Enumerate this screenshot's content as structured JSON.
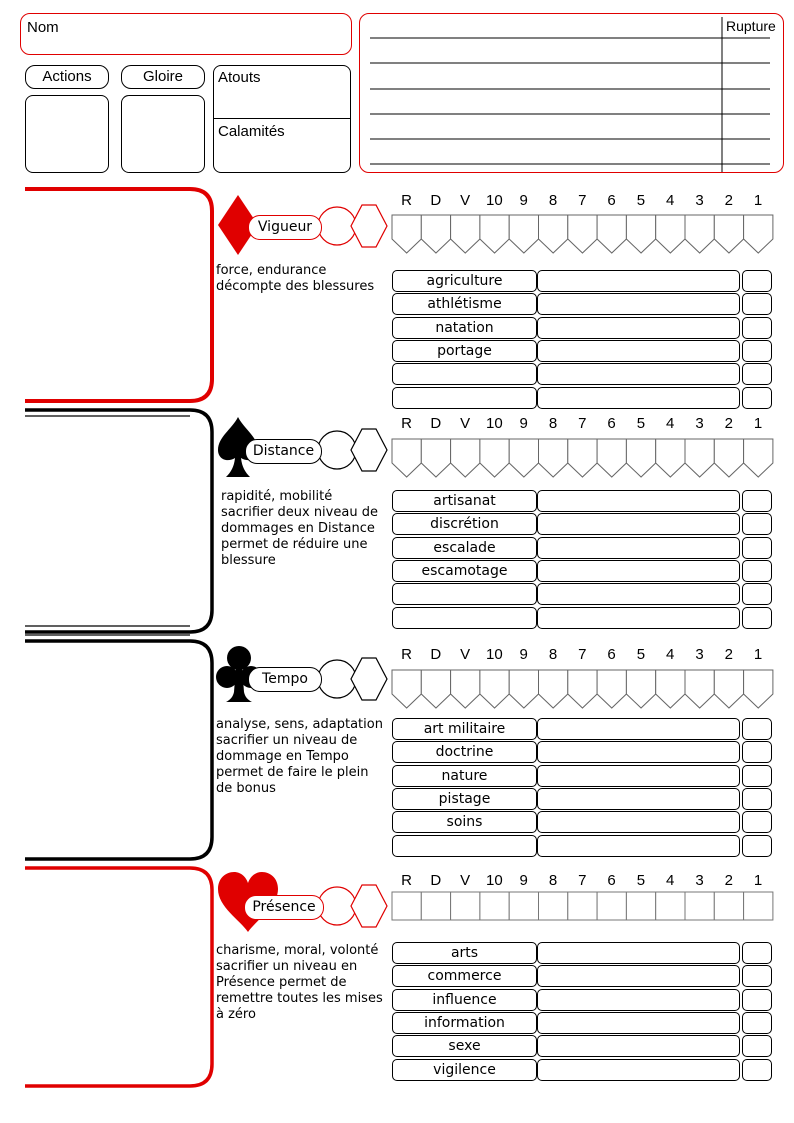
{
  "header": {
    "nom_label": "Nom",
    "actions_label": "Actions",
    "gloire_label": "Gloire",
    "atouts_label": "Atouts",
    "calamites_label": "Calamités",
    "rupture_label": "Rupture"
  },
  "track_labels": [
    "R",
    "D",
    "V",
    "10",
    "9",
    "8",
    "7",
    "6",
    "5",
    "4",
    "3",
    "2",
    "1"
  ],
  "stats": [
    {
      "name": "Vigueur",
      "suit": "diamond-icon",
      "color": "#e00000",
      "description": [
        "force, endurance",
        "décompte des blessures"
      ],
      "skills": [
        "agriculture",
        "athlétisme",
        "natation",
        "portage",
        "",
        ""
      ]
    },
    {
      "name": "Distance",
      "suit": "spade-icon",
      "color": "#000000",
      "description": [
        "rapidité, mobilité",
        "sacrifier deux niveau de",
        "dommages en Distance",
        "permet de réduire une",
        "blessure"
      ],
      "skills": [
        "artisanat",
        "discrétion",
        "escalade",
        "escamotage",
        "",
        ""
      ]
    },
    {
      "name": "Tempo",
      "suit": "club-icon",
      "color": "#000000",
      "description": [
        "analyse, sens, adaptation",
        "sacrifier un niveau de",
        "dommage en Tempo",
        "permet de faire le plein",
        "de bonus"
      ],
      "skills": [
        "art militaire",
        "doctrine",
        "nature",
        "pistage",
        "soins",
        ""
      ]
    },
    {
      "name": "Présence",
      "suit": "heart-icon",
      "color": "#e00000",
      "description": [
        "charisme, moral, volonté",
        "sacrifier un niveau en",
        "Présence permet de",
        "remettre toutes les mises",
        "à zéro"
      ],
      "skills": [
        "arts",
        "commerce",
        "influence",
        "information",
        "sexe",
        "vigilence"
      ]
    }
  ]
}
